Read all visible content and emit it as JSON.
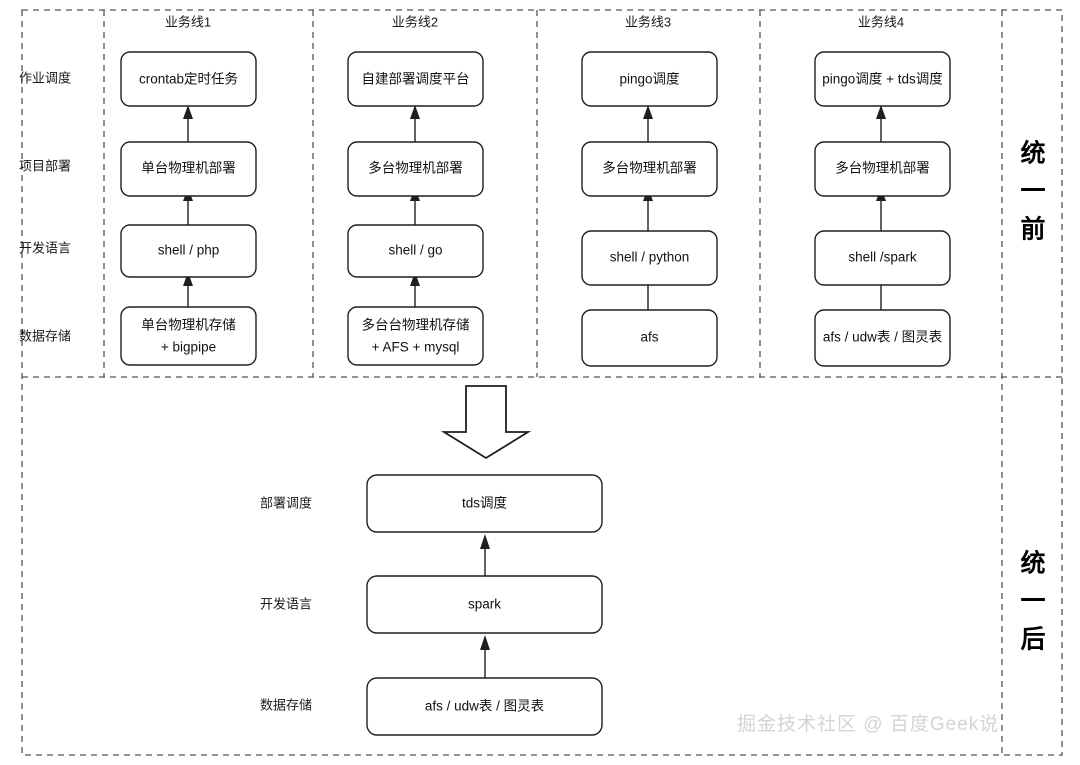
{
  "diagram": {
    "title_top": "统一前",
    "title_bottom": "统一后",
    "watermark": "掘金技术社区 @ 百度Geek说",
    "colors": {
      "box_stroke": "#1f1f1f",
      "box_fill": "#ffffff",
      "dashed_divider": "#555555",
      "text": "#111111",
      "watermark": "#d4d4d4"
    },
    "top_section": {
      "row_labels": [
        "作业调度",
        "项目部署",
        "开发语言",
        "数据存储"
      ],
      "column_headers": [
        "业务线1",
        "业务线2",
        "业务线3",
        "业务线4"
      ],
      "columns": [
        {
          "header": "业务线1",
          "nodes": [
            {
              "label": "crontab定时任务",
              "lines": [
                "crontab定时任务"
              ]
            },
            {
              "label": "单台物理机部署",
              "lines": [
                "单台物理机部署"
              ]
            },
            {
              "label": "shell / php",
              "lines": [
                "shell / php"
              ]
            },
            {
              "label": "单台物理机存储 + bigpipe",
              "lines": [
                "单台物理机存储",
                "+ bigpipe"
              ]
            }
          ]
        },
        {
          "header": "业务线2",
          "nodes": [
            {
              "label": "自建部署调度平台",
              "lines": [
                "自建部署调度平台"
              ]
            },
            {
              "label": "多台物理机部署",
              "lines": [
                "多台物理机部署"
              ]
            },
            {
              "label": "shell / go",
              "lines": [
                "shell / go"
              ]
            },
            {
              "label": "多台台物理机存储 + AFS + mysql",
              "lines": [
                "多台台物理机存储",
                "+ AFS + mysql"
              ]
            }
          ]
        },
        {
          "header": "业务线3",
          "nodes": [
            {
              "label": "pingo调度",
              "lines": [
                "pingo调度"
              ]
            },
            {
              "label": "多台物理机部署",
              "lines": [
                "多台物理机部署"
              ]
            },
            {
              "label": "shell / python",
              "lines": [
                "shell / python"
              ]
            },
            {
              "label": "afs",
              "lines": [
                "afs"
              ]
            }
          ]
        },
        {
          "header": "业务线4",
          "nodes": [
            {
              "label": "pingo调度 + tds调度",
              "lines": [
                "pingo调度 + tds调度"
              ]
            },
            {
              "label": "多台物理机部署",
              "lines": [
                "多台物理机部署"
              ]
            },
            {
              "label": "shell /spark",
              "lines": [
                "shell /spark"
              ]
            },
            {
              "label": "afs / udw表 / 图灵表",
              "lines": [
                "afs / udw表 / 图灵表"
              ]
            }
          ]
        }
      ]
    },
    "bottom_section": {
      "row_labels": [
        "部署调度",
        "开发语言",
        "数据存储"
      ],
      "nodes": [
        {
          "label": "tds调度"
        },
        {
          "label": "spark"
        },
        {
          "label": "afs / udw表 / 图灵表"
        }
      ]
    }
  }
}
